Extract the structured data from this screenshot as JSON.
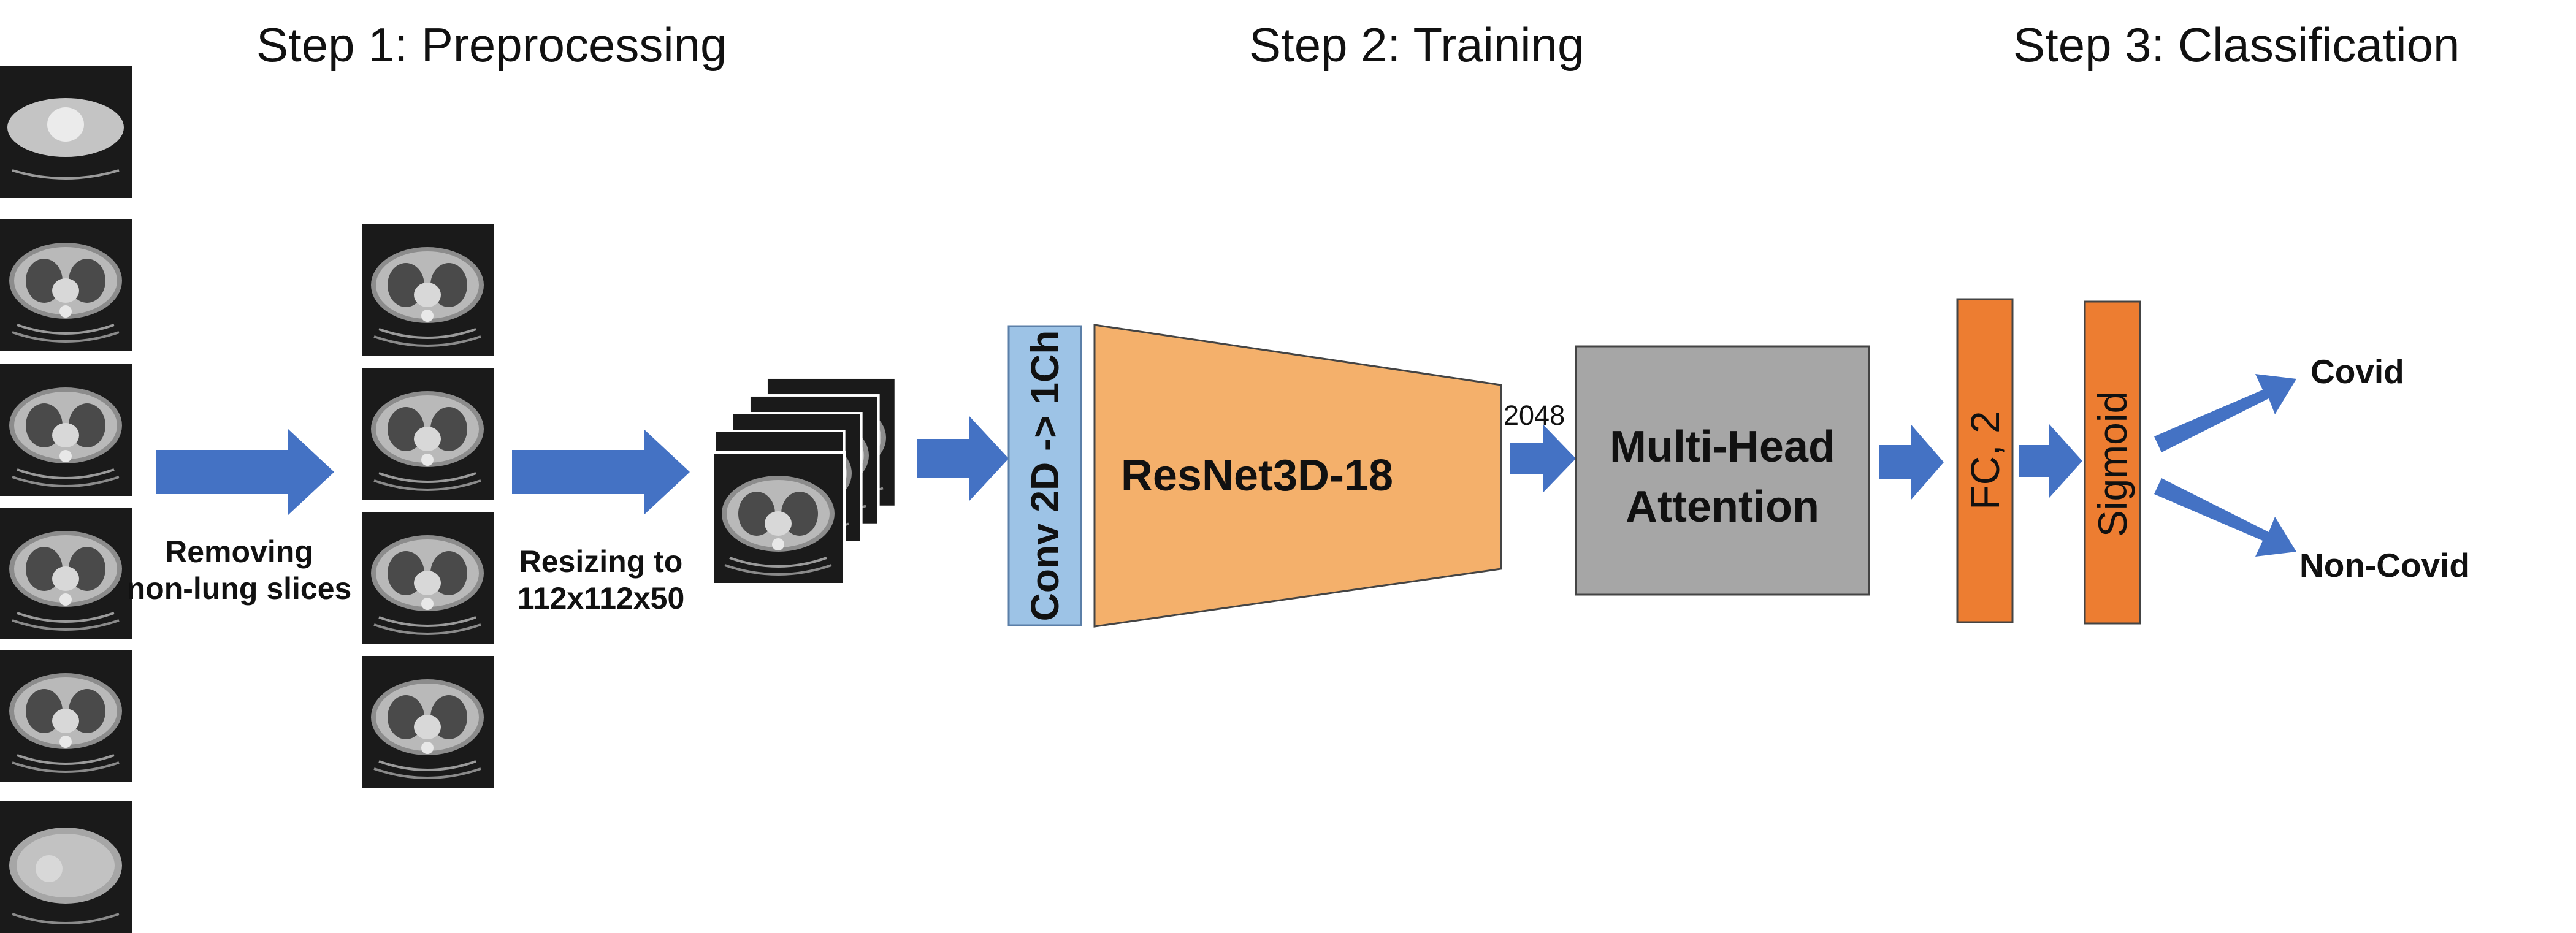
{
  "steps": {
    "preprocessing": "Step 1: Preprocessing",
    "training": "Step 2: Training",
    "classification": "Step 3: Classification"
  },
  "captions": {
    "remove_line1": "Removing",
    "remove_line2": "non-lung slices",
    "resize_line1": "Resizing to",
    "resize_line2": "112x112x50"
  },
  "blocks": {
    "conv": "Conv 2D -> 1Ch",
    "resnet": "ResNet3D-18",
    "feature_dim": "2048",
    "attention_line1": "Multi-Head",
    "attention_line2": "Attention",
    "fc": "FC, 2",
    "sigmoid": "Sigmoid"
  },
  "outputs": {
    "covid": "Covid",
    "non_covid": "Non-Covid"
  },
  "colors": {
    "arrow": "#4472C4",
    "conv_fill": "#9DC3E6",
    "resnet_fill": "#F4B06B",
    "attention_fill": "#A6A6A6",
    "fc_fill": "#ED7D31",
    "ct_background": "#1a1a1a"
  },
  "icons": {
    "ct_slice": "ct-slice-icon",
    "arrow": "right-arrow-icon"
  }
}
